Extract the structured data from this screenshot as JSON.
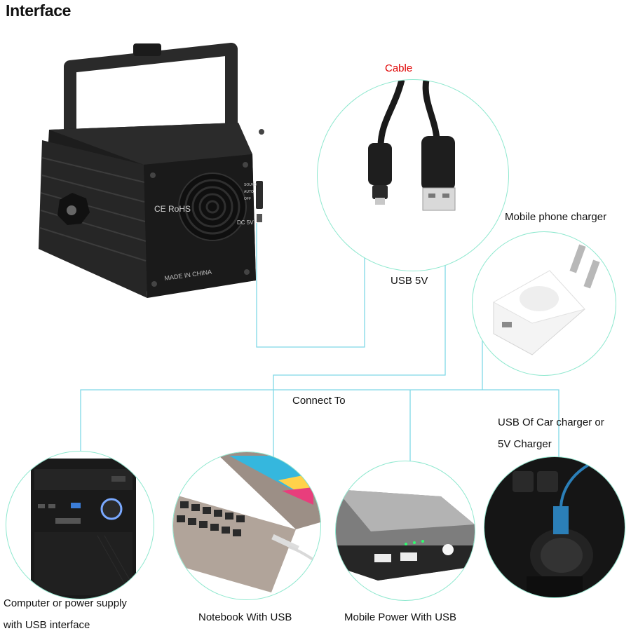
{
  "header": {
    "title": "Interface"
  },
  "labels": {
    "cable": "Cable",
    "usb_5v": "USB 5V",
    "mobile_charger": "Mobile phone charger",
    "connect_to": "Connect To",
    "car_charger_line1": "USB Of Car charger or",
    "car_charger_line2": "5V Charger",
    "computer_line1": "Computer or power supply",
    "computer_line2": "with USB interface",
    "notebook": "Notebook With USB",
    "power_bank": "Mobile Power With USB"
  },
  "device": {
    "marks": "CE RoHS",
    "made_in": "MADE IN CHINA",
    "dc_label": "DC 5V",
    "switch_labels": [
      "SOUND",
      "AUTO",
      "OFF"
    ]
  },
  "colors": {
    "connector_line": "#7fd8e6",
    "circle_border": "#8fe8cf",
    "cable_label": "#e00000"
  }
}
